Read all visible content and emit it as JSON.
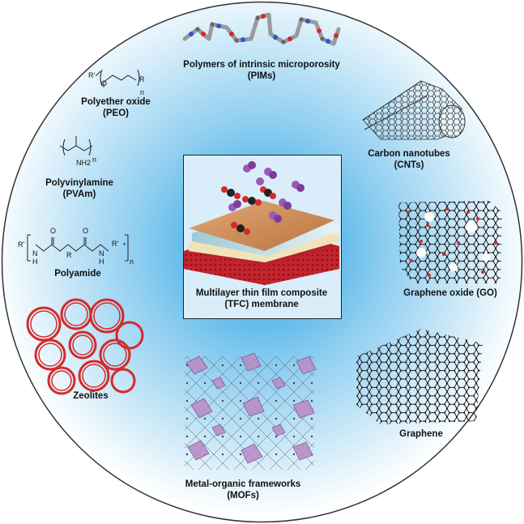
{
  "center": {
    "line1": "Multilayer thin film composite",
    "line2": "(TFC) membrane"
  },
  "materials": {
    "pims": {
      "line1": "Polymers of intrinsic microporosity",
      "line2": "(PIMs)"
    },
    "peo": {
      "line1": "Polyether oxide",
      "line2": "(PEO)"
    },
    "cnts": {
      "line1": "Carbon nanotubes",
      "line2": "(CNTs)"
    },
    "pvam": {
      "line1": "Polyvinylamine",
      "line2": "(PVAm)"
    },
    "polyamide": {
      "line1": "Polyamide"
    },
    "go": {
      "line1": "Graphene oxide (GO)"
    },
    "zeolites": {
      "line1": "Zeolites"
    },
    "graphene": {
      "line1": "Graphene"
    },
    "mofs": {
      "line1": "Metal-organic frameworks",
      "line2": "(MOFs)"
    }
  },
  "formulas": {
    "peo": {
      "r_left": "R'",
      "o": "O",
      "r_right": "R",
      "n": "n"
    },
    "pvam": {
      "n": "n",
      "nh2": "NH2"
    },
    "polyamide": {
      "r_left": "R'",
      "o1": "O",
      "o2": "O",
      "n1": "N",
      "h1": "H",
      "n2": "N",
      "h2": "H",
      "r_mid": "R",
      "r_right": "R'",
      "star": "*",
      "n": "n"
    }
  },
  "colors": {
    "background_center": "#1e9ee0",
    "background_edge": "#ffffff",
    "zeolite": "#d42a2a",
    "mof_polyhedra": "#b98fc8",
    "membrane_top": "#c98a55",
    "membrane_base": "#b8202a"
  }
}
